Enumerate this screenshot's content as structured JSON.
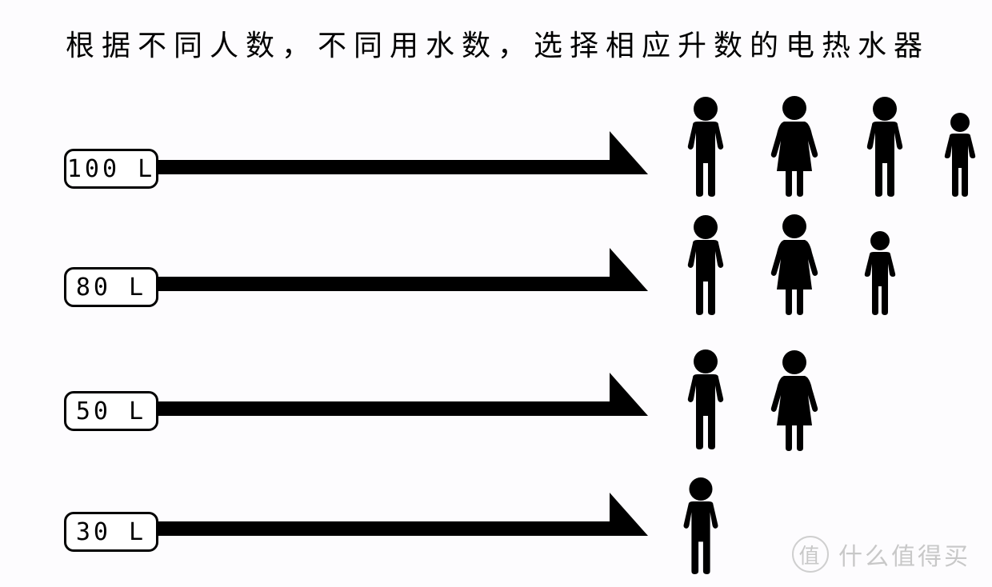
{
  "title": "根据不同人数，不同用水数，选择相应升数的电热水器",
  "rows": [
    {
      "label": "100 L",
      "capacity_liters": 100,
      "people_count": 4,
      "people": [
        "man",
        "woman",
        "man",
        "child"
      ]
    },
    {
      "label": "80 L",
      "capacity_liters": 80,
      "people_count": 3,
      "people": [
        "man",
        "woman",
        "child"
      ]
    },
    {
      "label": "50 L",
      "capacity_liters": 50,
      "people_count": 2,
      "people": [
        "man",
        "woman"
      ]
    },
    {
      "label": "30 L",
      "capacity_liters": 30,
      "people_count": 1,
      "people": [
        "man"
      ]
    }
  ],
  "watermark": {
    "icon_text": "值",
    "text": "什么值得买"
  },
  "colors": {
    "background": "#fdfcfe",
    "foreground": "#000000",
    "watermark": "#c8c8c8"
  }
}
